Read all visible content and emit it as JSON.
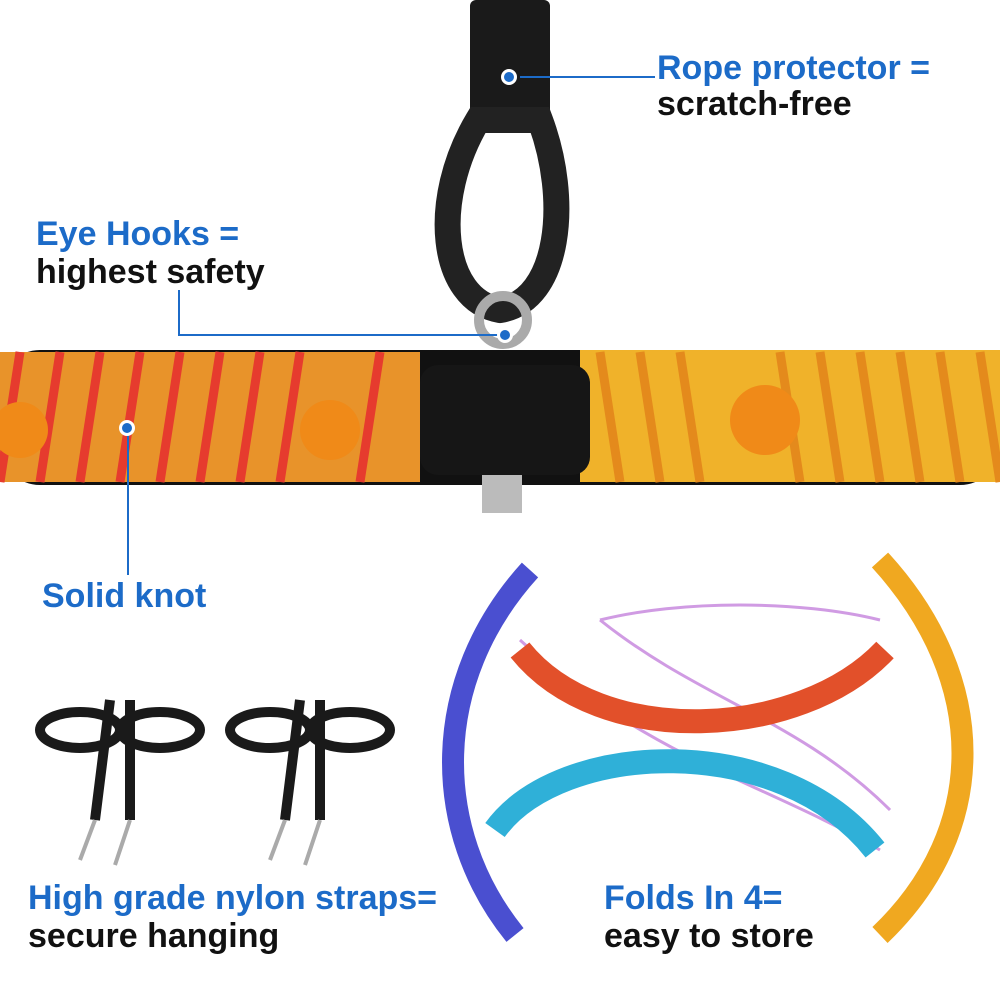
{
  "callouts": {
    "rope_protector": {
      "title": "Rope protector =",
      "subtitle": "scratch-free"
    },
    "eye_hooks": {
      "title": "Eye Hooks =",
      "subtitle": "highest safety"
    },
    "solid_knot": {
      "title": "Solid knot"
    },
    "straps": {
      "title": "High grade nylon straps=",
      "subtitle": "secure hanging"
    },
    "folds": {
      "title": "Folds In 4=",
      "subtitle": "easy to store"
    }
  },
  "colors": {
    "accent": "#1c6bc8",
    "text": "#111111"
  }
}
